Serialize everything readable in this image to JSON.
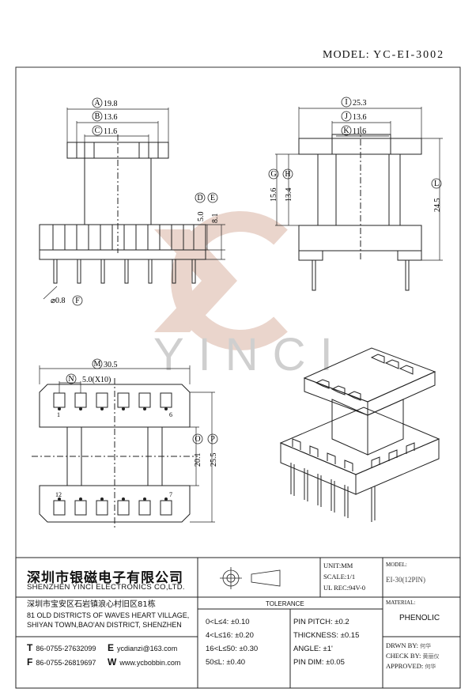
{
  "header": {
    "model_label": "MODEL:",
    "model_value": "YC-EI-3002"
  },
  "watermark": {
    "text": "YINCI"
  },
  "dimensions": {
    "A": {
      "letter": "A",
      "value": "19.8"
    },
    "B": {
      "letter": "B",
      "value": "13.6"
    },
    "C": {
      "letter": "C",
      "value": "11.6"
    },
    "D": {
      "letter": "D",
      "value": "5.0"
    },
    "E": {
      "letter": "E",
      "value": "8.1"
    },
    "F": {
      "letter": "F",
      "value": "⌀0.8"
    },
    "G": {
      "letter": "G",
      "value": "15.6"
    },
    "H": {
      "letter": "H",
      "value": "13.4"
    },
    "I": {
      "letter": "I",
      "value": "25.3"
    },
    "J": {
      "letter": "J",
      "value": "13.6"
    },
    "K": {
      "letter": "K",
      "value": "11.6"
    },
    "L": {
      "letter": "L",
      "value": "24.5"
    },
    "M": {
      "letter": "M",
      "value": "30.5"
    },
    "N": {
      "letter": "N",
      "value": "5.0(X10)"
    },
    "O": {
      "letter": "O",
      "value": "20.1"
    },
    "P": {
      "letter": "P",
      "value": "25.5"
    }
  },
  "pin_labels": {
    "p1": "1",
    "p6": "6",
    "p12": "12",
    "p7": "7"
  },
  "title_block": {
    "company_cn": "深圳市银磁电子有限公司",
    "company_en": "SHENZHEN YINCI ELECTRONICS CO,LTD.",
    "address_cn": "深圳市宝安区石岩镇浪心村旧区81栋",
    "address_en1": "81 OLD DISTRICTS OF WAVES HEART VILLAGE,",
    "address_en2": "SHIYAN TOWN,BAO'AN DISTRICT, SHENZHEN",
    "tel_label": "T",
    "tel": "86-0755-27632099",
    "email_label": "E",
    "email": "ycdianzi@163.com",
    "fax_label": "F",
    "fax": "86-0755-26819697",
    "web_label": "W",
    "web": "www.ycbobbin.com",
    "unit": "UNIT:MM",
    "scale": "SCALE:1/1",
    "ul": "UL REC:94V-0",
    "model_label": "MODEL:",
    "model": "EI-30(12PIN)",
    "material_label": "MATERIAL:",
    "material": "PHENOLIC",
    "tolerance_title": "TOLERANCE",
    "tol": [
      "0<L≤4: ±0.10",
      "4<L≤16: ±0.20",
      "16<L≤50: ±0.30",
      "50≤L: ±0.40"
    ],
    "pin_pitch": "PIN PITCH: ±0.2",
    "thickness": "THICKNESS: ±0.15",
    "angle": "ANGLE: ±1'",
    "pin_dim": "PIN DIM: ±0.05",
    "drwn_label": "DRWN BY:",
    "drwn": "何华",
    "check_label": "CHECK BY:",
    "check": "黄丽仪",
    "approved_label": "APPROVED:",
    "approved": "何华"
  }
}
